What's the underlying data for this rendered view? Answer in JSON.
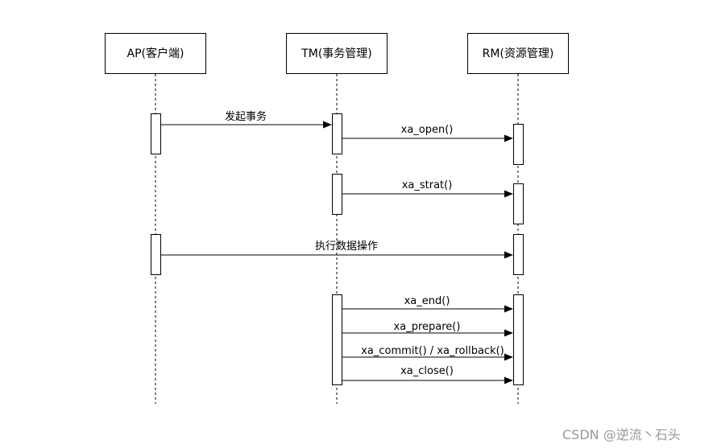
{
  "participants": [
    {
      "id": "ap",
      "label": "AP(客户端)"
    },
    {
      "id": "tm",
      "label": "TM(事务管理)"
    },
    {
      "id": "rm",
      "label": "RM(资源管理)"
    }
  ],
  "messages": [
    {
      "id": "start-transaction",
      "label": "发起事务",
      "from": "ap",
      "to": "tm"
    },
    {
      "id": "xa-open",
      "label": "xa_open()",
      "from": "tm",
      "to": "rm"
    },
    {
      "id": "xa-strat",
      "label": "xa_strat()",
      "from": "tm",
      "to": "rm"
    },
    {
      "id": "execute-data-operation",
      "label": "执行数据操作",
      "from": "ap",
      "to": "rm"
    },
    {
      "id": "xa-end",
      "label": "xa_end()",
      "from": "tm",
      "to": "rm"
    },
    {
      "id": "xa-prepare",
      "label": "xa_prepare()",
      "from": "tm",
      "to": "rm"
    },
    {
      "id": "xa-commit-rollback",
      "label": "xa_commit() / xa_rollback()",
      "from": "tm",
      "to": "rm"
    },
    {
      "id": "xa-close",
      "label": "xa_close()",
      "from": "tm",
      "to": "rm"
    }
  ],
  "watermark": "CSDN @逆流丶石头"
}
